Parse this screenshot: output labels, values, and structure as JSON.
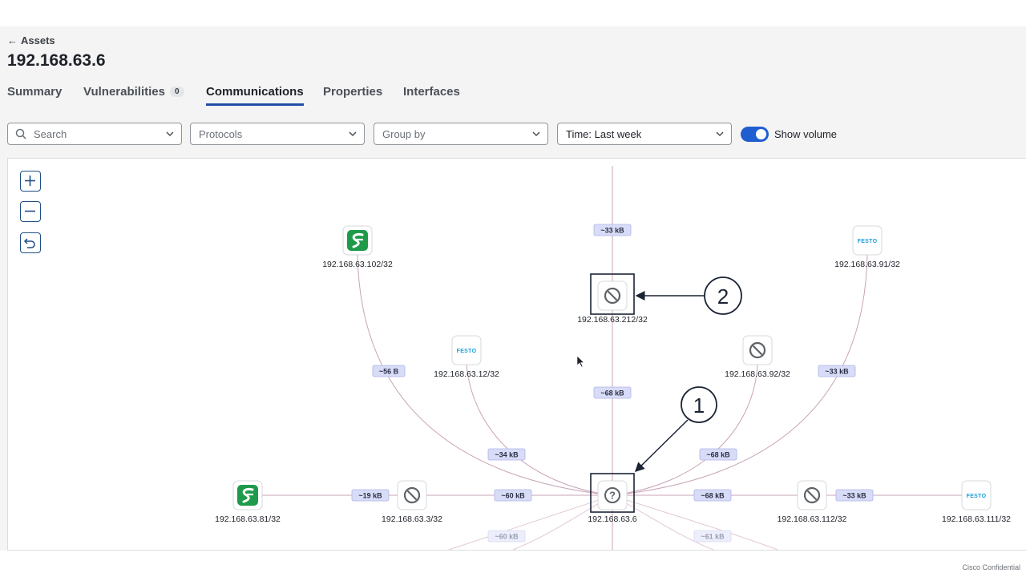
{
  "breadcrumb": {
    "back_label": "Assets"
  },
  "page": {
    "title": "192.168.63.6"
  },
  "tabs": [
    {
      "label": "Summary"
    },
    {
      "label": "Vulnerabilities",
      "count": "0"
    },
    {
      "label": "Communications",
      "active": true
    },
    {
      "label": "Properties"
    },
    {
      "label": "Interfaces"
    }
  ],
  "filters": {
    "search_placeholder": "Search",
    "protocols_placeholder": "Protocols",
    "group_by_placeholder": "Group by",
    "time_label": "Time:",
    "time_value": "Last week",
    "show_volume_label": "Show volume",
    "show_volume_on": true
  },
  "zoom_controls": [
    {
      "name": "zoom-in-button",
      "icon": "plus-icon"
    },
    {
      "name": "zoom-out-button",
      "icon": "minus-icon"
    },
    {
      "name": "reset-view-button",
      "icon": "undo-icon"
    }
  ],
  "graph": {
    "center": {
      "label": "192.168.63.6",
      "icon": "question-icon"
    },
    "nodes": [
      {
        "id": "n102",
        "label": "192.168.63.102/32",
        "icon": "schneider-logo",
        "edge_label": "~56 B"
      },
      {
        "id": "n12",
        "label": "192.168.63.12/32",
        "icon": "festo-logo",
        "edge_label": "~34 kB"
      },
      {
        "id": "n212",
        "label": "192.168.63.212/32",
        "icon": "blocked-icon",
        "edge_label": "~68 kB",
        "edge_label_top": "~33 kB"
      },
      {
        "id": "n92",
        "label": "192.168.63.92/32",
        "icon": "blocked-icon",
        "edge_label": "~68 kB"
      },
      {
        "id": "n91",
        "label": "192.168.63.91/32",
        "icon": "festo-logo",
        "edge_label": "~33 kB"
      },
      {
        "id": "n81",
        "label": "192.168.63.81/32",
        "icon": "schneider-logo",
        "edge_label": "~19 kB"
      },
      {
        "id": "n3",
        "label": "192.168.63.3/32",
        "icon": "blocked-icon",
        "edge_label": "~60 kB"
      },
      {
        "id": "n112",
        "label": "192.168.63.112/32",
        "icon": "blocked-icon",
        "edge_label": "~68 kB"
      },
      {
        "id": "n111",
        "label": "192.168.63.111/32",
        "icon": "festo-logo",
        "edge_label": "~33 kB"
      }
    ],
    "faded_edge_labels": [
      "~60 kB",
      "~61 kB"
    ],
    "festo_text": "FESTO"
  },
  "callouts": [
    "1",
    "2"
  ],
  "footer": {
    "text": "Cisco Confidential"
  },
  "colors": {
    "accent": "#1f4fa6",
    "edge": "#c9a3b8",
    "edge_label_bg": "#d9dcf7",
    "schneider": "#1f9a4b",
    "festo": "#1c9fd9"
  }
}
